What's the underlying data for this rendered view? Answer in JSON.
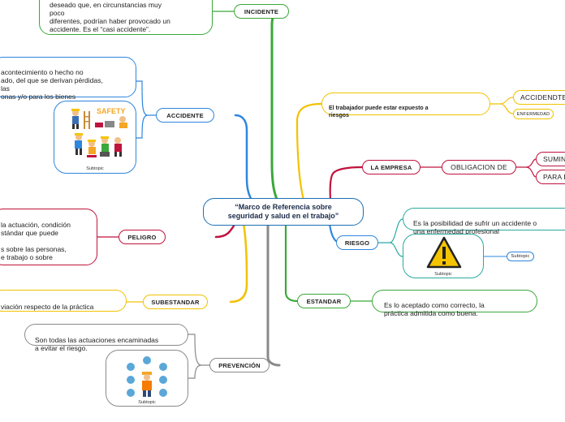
{
  "central": "“Marco de Referencia sobre\nseguridad y salud en el trabajo”",
  "left": {
    "incidente": {
      "label": "INCIDENTE",
      "text": "deseado que, en circunstancias muy\npoco\ndiferentes, podrían haber provocado un\naccidente. Es el “casi accidente”."
    },
    "accidente": {
      "label": "ACCIDENTE",
      "text": "acontecimiento o hecho no\nado, del que se derivan pérdidas,\nlas\nonas y/o para los bienes",
      "image_caption": "Subtopic",
      "image_sign": "SAFETY"
    },
    "peligro": {
      "label": "PELIGRO",
      "text": "la actuación, condición\nstándar que puede\n\ns sobre las personas,\ne trabajo o sobre"
    },
    "subestandar": {
      "label": "SUBESTANDAR",
      "text": "viación respecto de la práctica"
    },
    "prevencion": {
      "label": "PREVENCIÓN",
      "text": "Son todas las actuaciones encaminadas\na evitar el riesgo.",
      "image_caption": "Subtopic"
    }
  },
  "right": {
    "trabajador": {
      "text": "El trabajador puede estar expuesto a\nriesgos",
      "accidente": "ACCIDENDTE",
      "enfermedad": "ENFERMEDAD"
    },
    "empresa": {
      "label": "LA EMPRESA",
      "obligacion": "OBLIGACION DE",
      "items": [
        "SUMIN",
        "PARA E"
      ]
    },
    "riesgo": {
      "label": "RIESGO",
      "text": "Es la posibilidad de sufrir un accidente o\nuna enfermedad profesional",
      "image_caption": "Subtopic",
      "subtopic": "Subtopic"
    },
    "estandar": {
      "label": "ESTANDAR",
      "text": "Es lo aceptado como correcto, la\npráctica admitida como buena."
    }
  },
  "colors": {
    "green": "#3aa83a",
    "blue": "#2e86de",
    "yellow": "#f2c200",
    "red": "#c0133d",
    "gray": "#8a8a8a",
    "teal": "#2aa9a0"
  }
}
